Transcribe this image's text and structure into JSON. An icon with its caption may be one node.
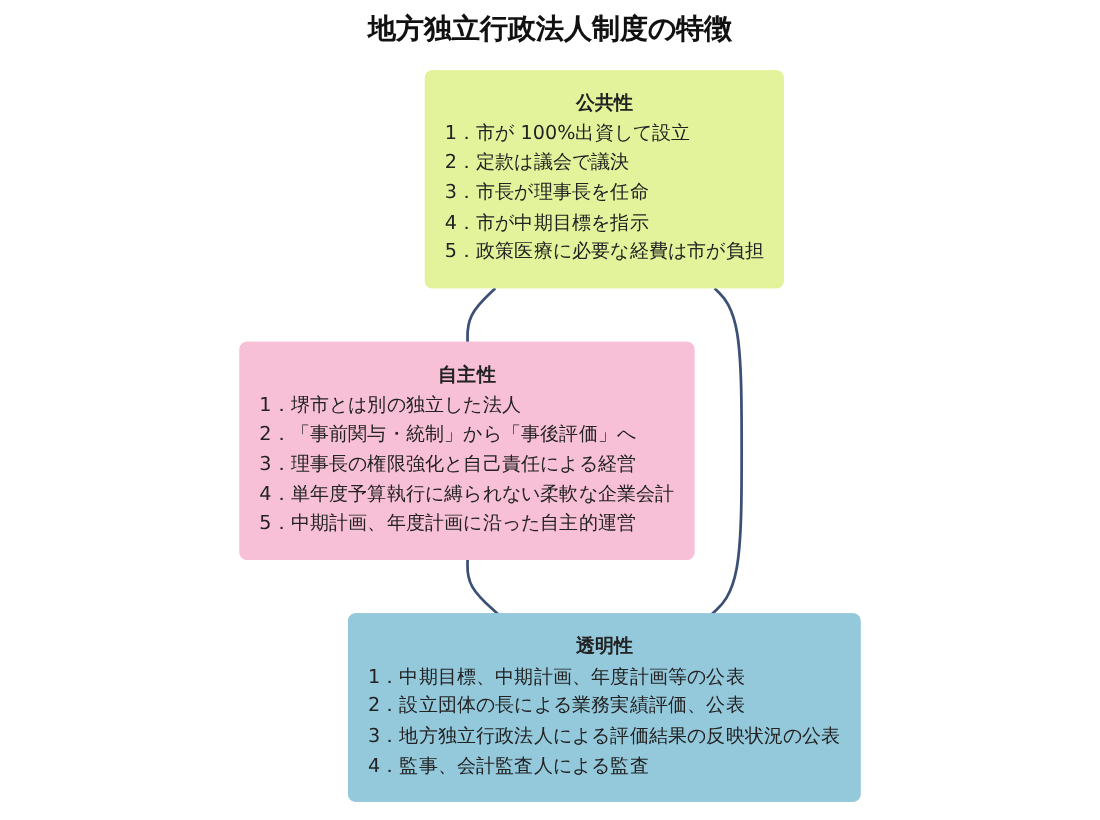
{
  "diagram": {
    "title": "地方独立行政法人制度の特徴",
    "nodes": [
      {
        "text": [
          "公共性",
          "1．市が 100%出資して設立",
          "2．定款は議会で議決",
          "3．市長が理事長を任命",
          "4．市が中期目標を指示",
          "5．政策医療に必要な経費は市が負担"
        ]
      },
      {
        "text": [
          "自主性",
          "1．堺市とは別の独立した法人",
          "2．「事前関与・統制」から「事後評価」へ",
          "3．理事長の権限強化と自己責任による経営",
          "4．単年度予算執行に縛られない柔軟な企業会計",
          "5．中期計画、年度計画に沿った自主的運営"
        ]
      },
      {
        "text": [
          "透明性",
          "1．中期目標、中期計画、年度計画等の公表",
          "2．設立団体の長による業務実績評価、公表",
          "3．地方独立行政法人による評価結果の反映状況の公表",
          "4．監事、会計監査人による監査"
        ]
      }
    ],
    "edges": [
      {
        "from": 0,
        "to": 1,
        "arrow": "none"
      },
      {
        "from": 1,
        "to": 2,
        "arrow": "none"
      },
      {
        "from": 2,
        "to": 0,
        "arrow": "none"
      }
    ]
  }
}
